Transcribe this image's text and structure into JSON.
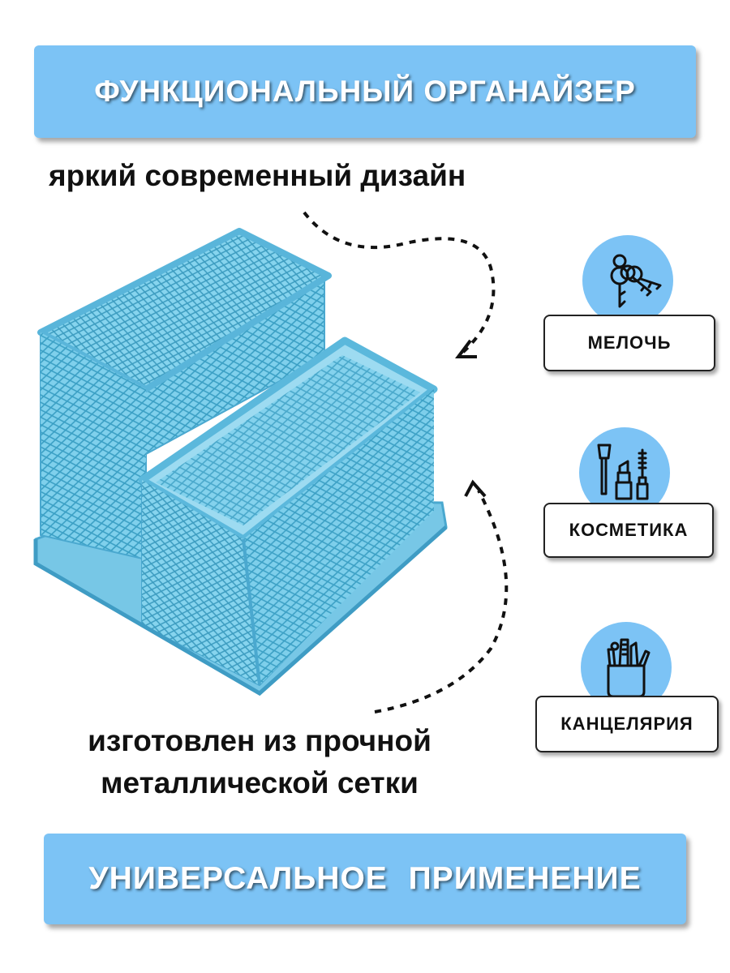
{
  "banners": {
    "top": "ФУНКЦИОНАЛЬНЫЙ ОРГАНАЙЗЕР",
    "bottom": "УНИВЕРСАЛЬНОЕ  ПРИМЕНЕНИЕ"
  },
  "captions": {
    "design": "яркий современный дизайн",
    "material_line1": "изготовлен из прочной",
    "material_line2": "металлической сетки"
  },
  "features": [
    {
      "label": "МЕЛОЧЬ",
      "icon": "keys-icon"
    },
    {
      "label": "КОСМЕТИКА",
      "icon": "cosmetics-icon"
    },
    {
      "label": "КАНЦЕЛЯРИЯ",
      "icon": "stationery-cup-icon"
    }
  ],
  "colors": {
    "accent": "#7cc3f5",
    "product_blue": "#6fc4e2",
    "text": "#111111"
  }
}
